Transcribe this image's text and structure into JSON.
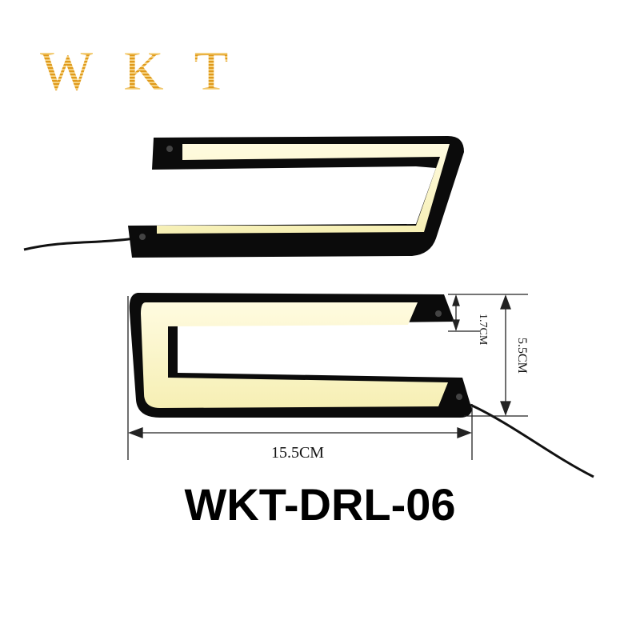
{
  "brand": {
    "logo_text": "WKT",
    "color": "#e09a1c"
  },
  "product": {
    "model": "WKT-DRL-06",
    "led_color": "#fbf6c8",
    "housing_color": "#0b0b0b"
  },
  "dimensions": {
    "length": "15.5CM",
    "height": "5.5CM",
    "strip_width": "1.7CM"
  }
}
